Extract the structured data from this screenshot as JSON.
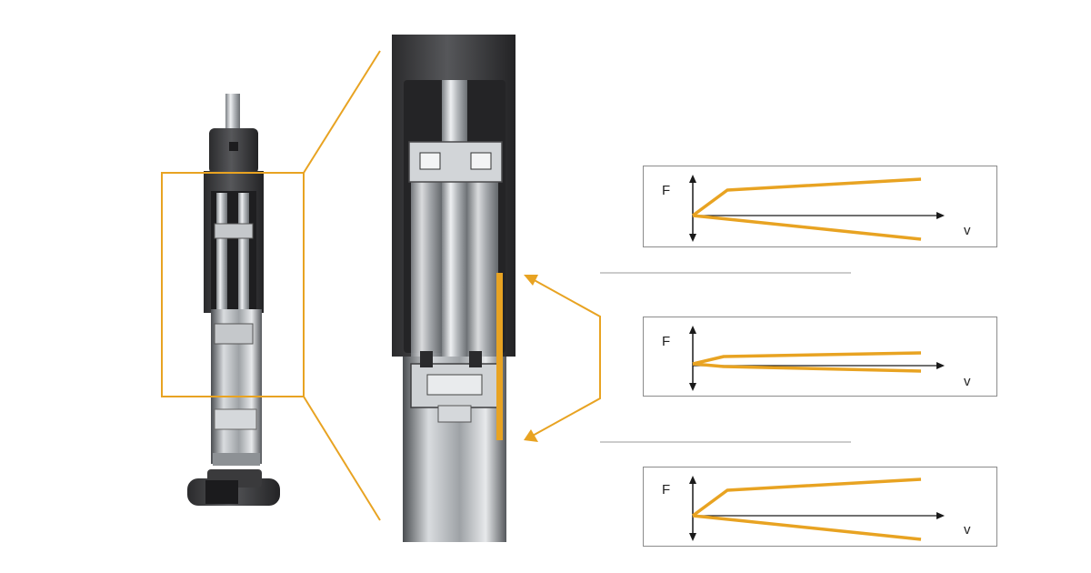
{
  "colors": {
    "accent": "#e8a322",
    "dark_body": "#3b3b3d",
    "steel": "#c9ccd0",
    "axis": "#1a1a1a"
  },
  "charts": [
    {
      "id": "top",
      "y_axis_label": "F",
      "x_axis_label": "v",
      "curve": "wide-split"
    },
    {
      "id": "middle",
      "y_axis_label": "F",
      "x_axis_label": "v",
      "curve": "narrow-split"
    },
    {
      "id": "bottom",
      "y_axis_label": "F",
      "x_axis_label": "v",
      "curve": "wide-split"
    }
  ]
}
